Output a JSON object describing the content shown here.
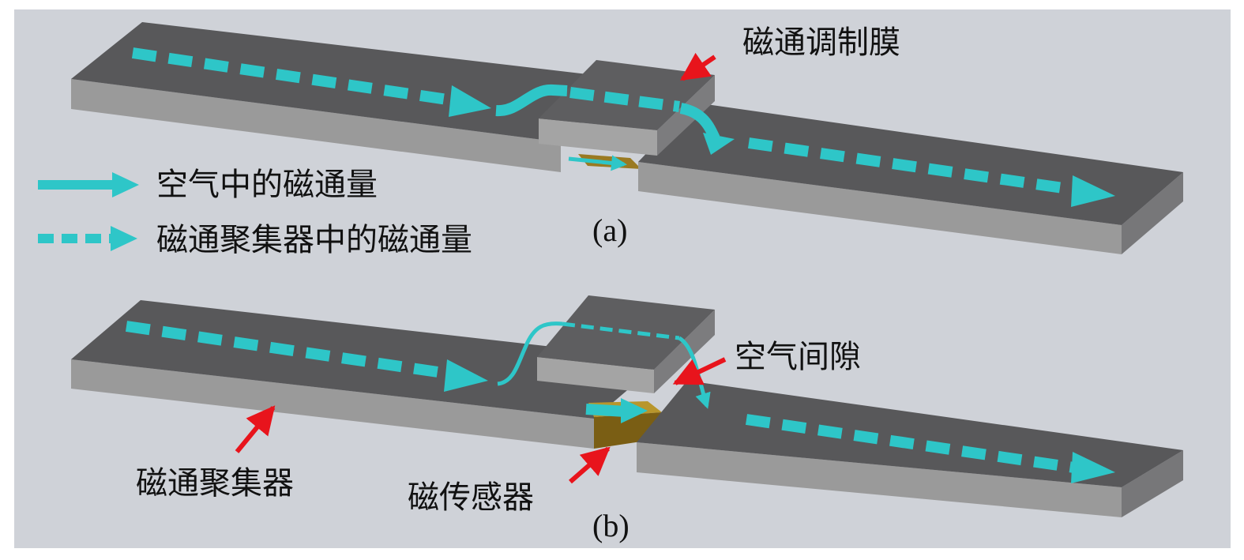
{
  "colors": {
    "background": "#cfd2d8",
    "slab_top": "#58585a",
    "slab_side": "#a4a4a4",
    "flux_arrow": "#2ec6c8",
    "pointer_arrow": "#e8141c",
    "sensor": "#9a7a22"
  },
  "legend": {
    "air_flux": "空气中的磁通量",
    "concentrator_flux": "磁通聚集器中的磁通量"
  },
  "panels": {
    "a": {
      "label": "(a)",
      "annotations": {
        "modulation_film": "磁通调制膜"
      }
    },
    "b": {
      "label": "(b)",
      "annotations": {
        "air_gap": "空气间隙",
        "concentrator": "磁通聚集器",
        "sensor": "磁传感器"
      }
    }
  }
}
